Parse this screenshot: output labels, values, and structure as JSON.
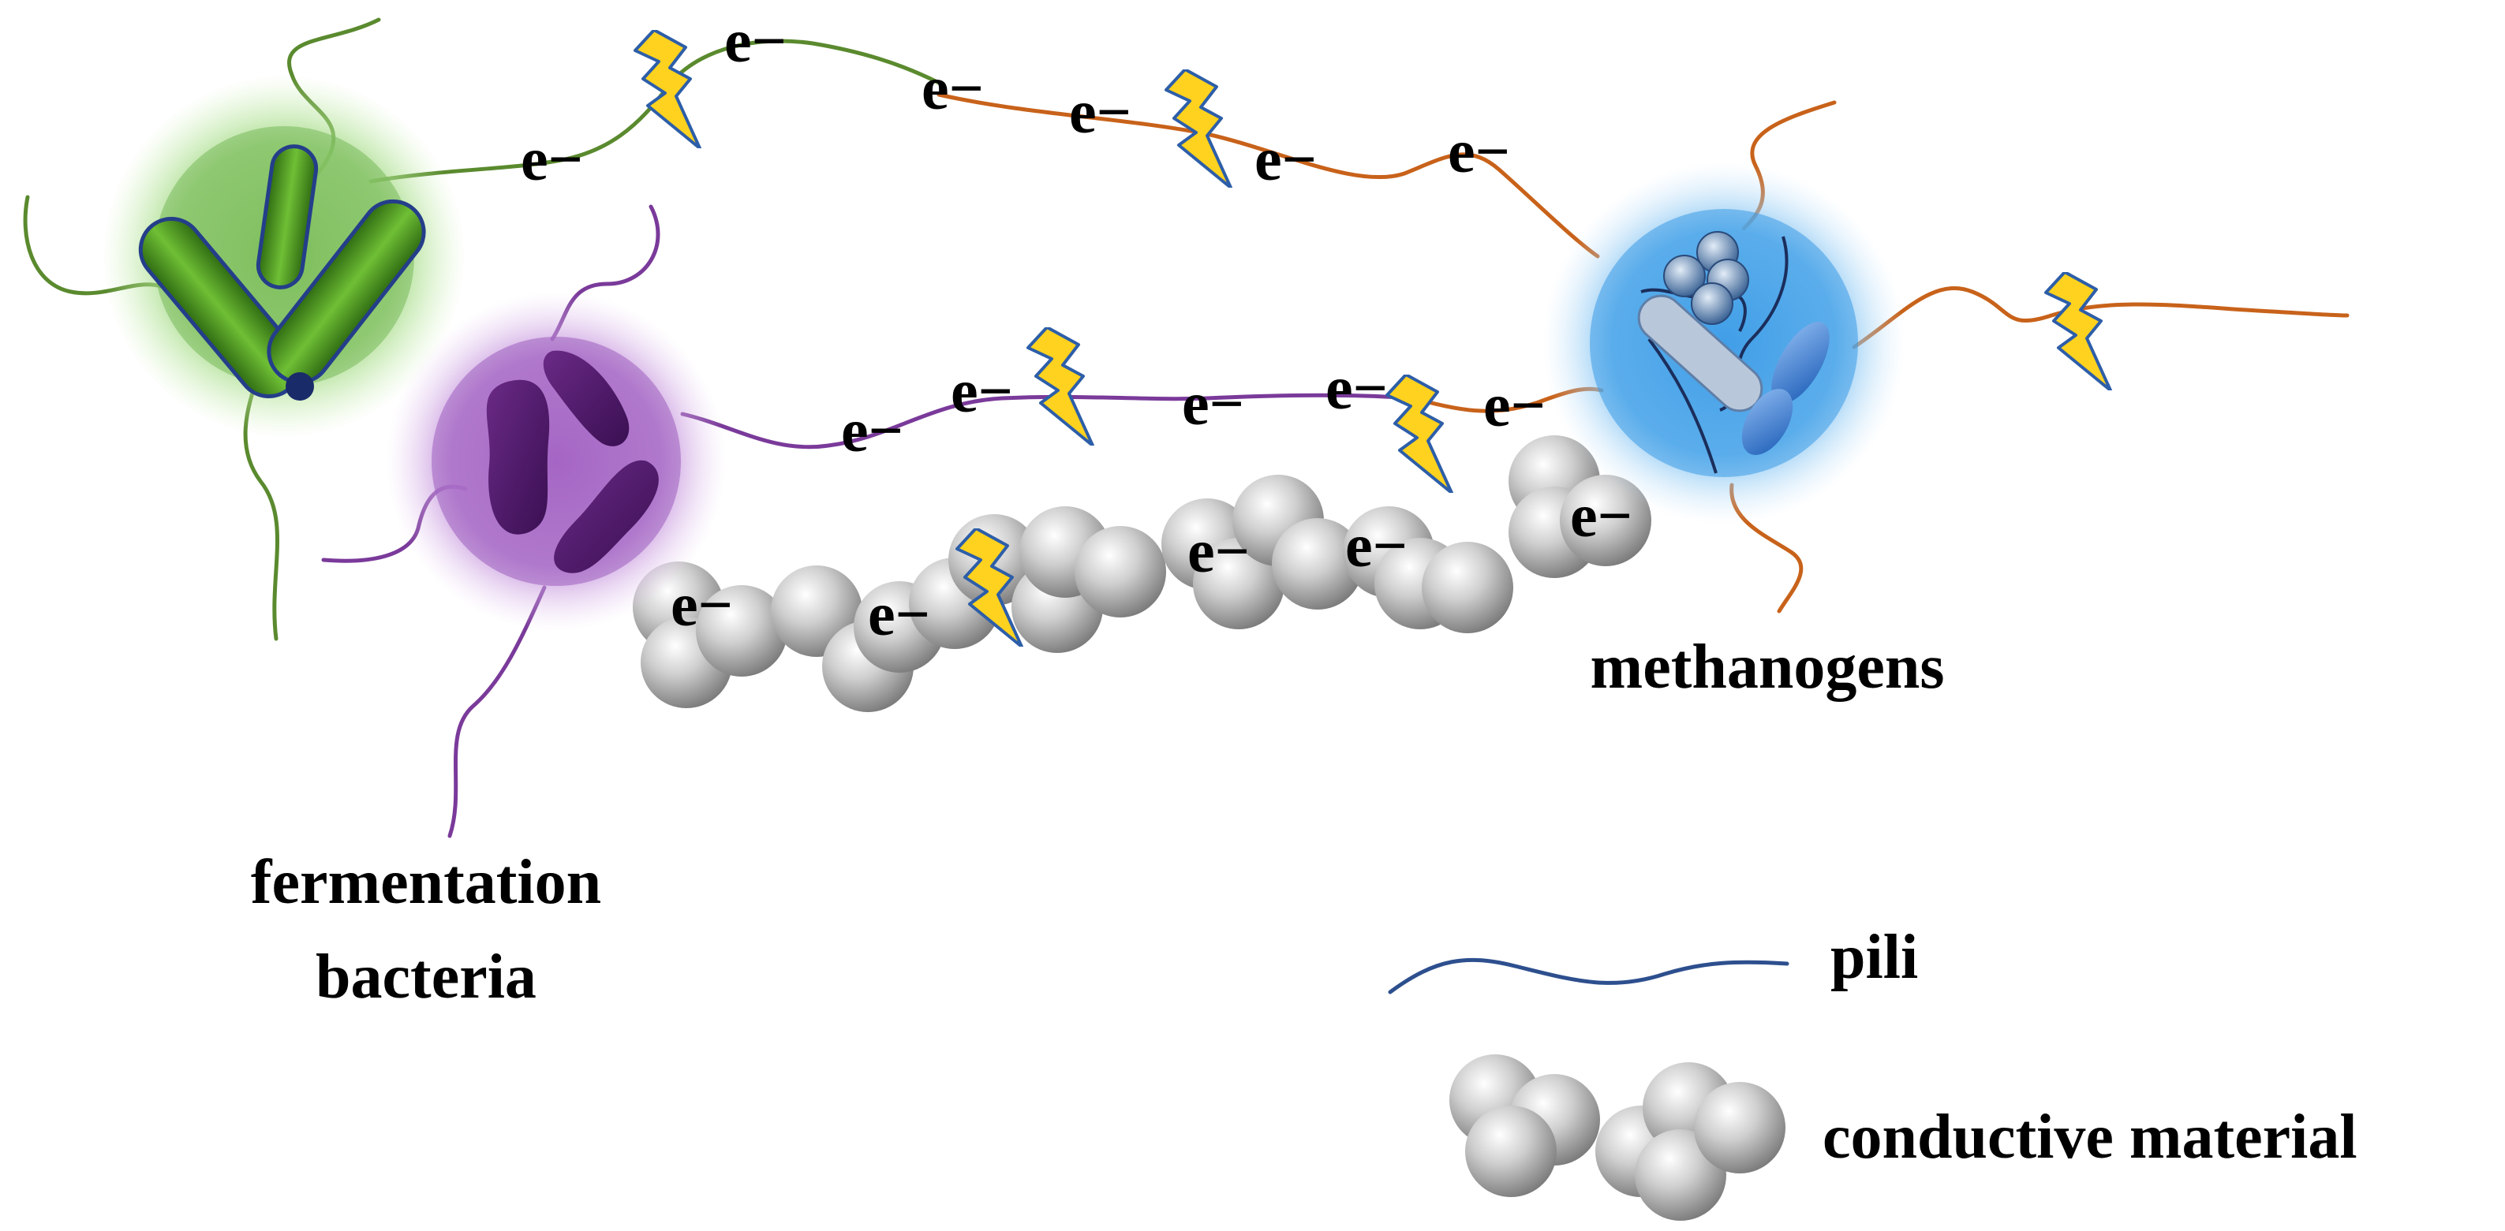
{
  "labels": {
    "fermentation_line1": "fermentation",
    "fermentation_line2": "bacteria",
    "methanogens": "methanogens"
  },
  "electron_symbol": "e−",
  "legend": {
    "pili": "pili",
    "conductive_material": "conductive material"
  },
  "colors": {
    "green_pili": "#5a8a2e",
    "purple_pili": "#7a3a9a",
    "orange_pili": "#c8621a",
    "legend_pili": "#2d4f8e",
    "green_cell_halo": "#8fd16a",
    "purple_cell_halo": "#b57ad0",
    "blue_cell_halo": "#4aa8ee",
    "lightning": "#ffd21f",
    "sphere": "#b9b9b9"
  }
}
